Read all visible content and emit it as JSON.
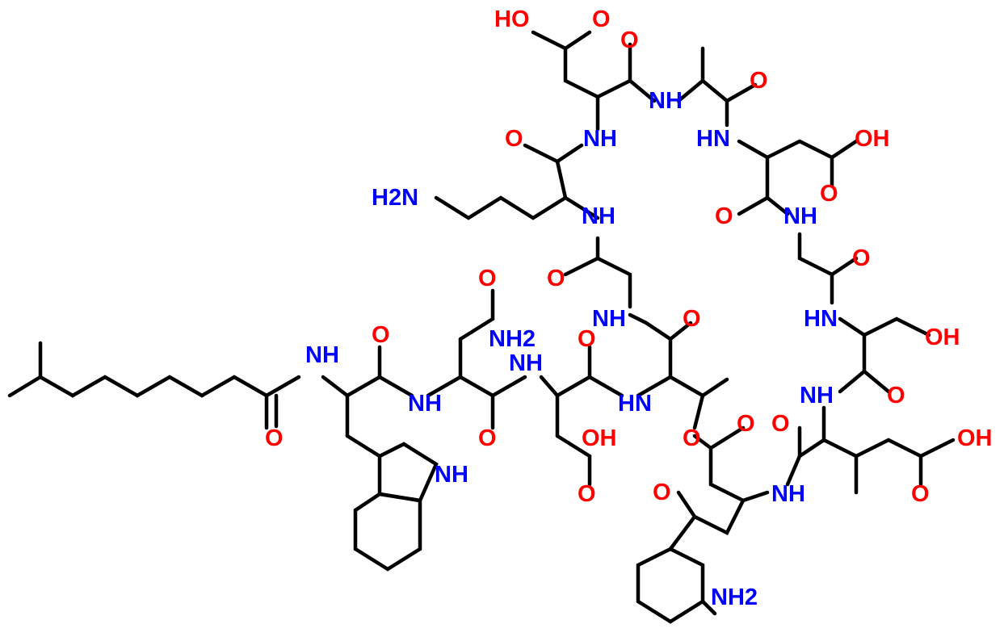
{
  "colors": {
    "oxygen": "#ff0000",
    "nitrogen": "#0000ff",
    "bond": "#000000",
    "background": "#ffffff"
  },
  "labels": {
    "oh_1": "HO",
    "o_1": "O",
    "o_2": "O",
    "nh_1": "NH",
    "nh_2": "NH",
    "o_3": "O",
    "nh_3": "HN",
    "oh_2": "OH",
    "o_4": "O",
    "o_5": "O",
    "nh_4": "NH",
    "h2n": "H2N",
    "o_6": "O",
    "nh_5": "NH",
    "o_7": "O",
    "o_8": "O",
    "nh2": "NH2",
    "nh_6": "NH",
    "o_9": "O",
    "nh_7": "HN",
    "oh_3": "OH",
    "nh_8": "HN",
    "o_10": "O",
    "o_11": "O",
    "nh_9": "NH",
    "nh_10": "NH",
    "nh_11": "NH",
    "o_12": "O",
    "o_13": "O",
    "o_14": "O",
    "oh_4": "OH",
    "o_15": "O",
    "o_16": "O",
    "o_17": "O",
    "nh_12": "NH",
    "oh_5": "OH",
    "o_18": "O",
    "o_19": "O",
    "nh_13": "NH",
    "nh2_2": "NH2"
  }
}
